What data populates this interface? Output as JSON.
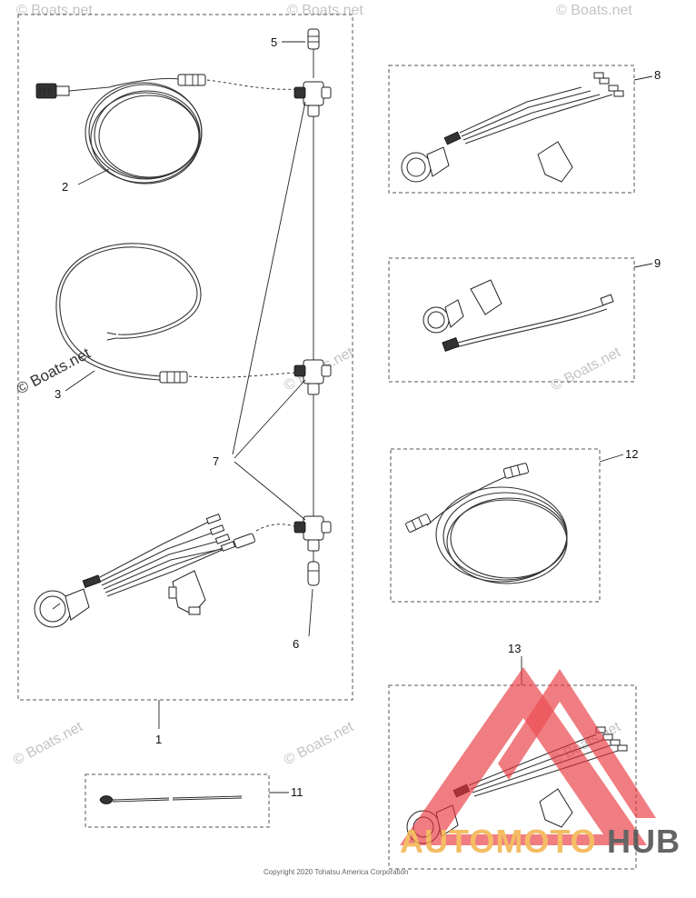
{
  "callouts": {
    "c1": "1",
    "c2": "2",
    "c3": "3",
    "c5": "5",
    "c6": "6",
    "c7": "7",
    "c8": "8",
    "c9": "9",
    "c11": "11",
    "c12": "12",
    "c13": "13"
  },
  "watermarks": {
    "text": "© Boats.net"
  },
  "copyright": "Copyright 2020 Tohatsu America Corporation",
  "logo": {
    "part_a": "AUTOMOTO",
    "part_b": "HUB",
    "colors": {
      "triangle": "#e8343a",
      "text_a": "#f3b24a",
      "text_b": "#4a4a4a"
    }
  },
  "colors": {
    "line": "#222222",
    "dash": "#555555",
    "watermark": "#c4c4c4"
  }
}
